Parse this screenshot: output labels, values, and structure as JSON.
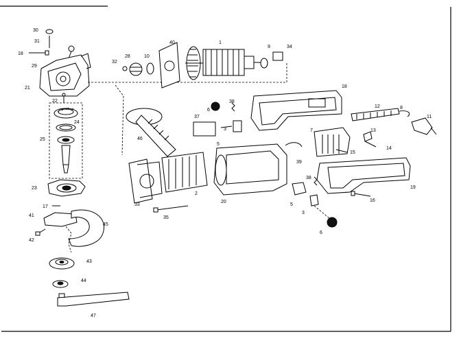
{
  "parts": [
    {
      "id": "p30",
      "label": "30"
    },
    {
      "id": "p31",
      "label": "31"
    },
    {
      "id": "p18a",
      "label": "18"
    },
    {
      "id": "p29",
      "label": "29"
    },
    {
      "id": "p21",
      "label": "21"
    },
    {
      "id": "p22",
      "label": "22"
    },
    {
      "id": "p24",
      "label": "24"
    },
    {
      "id": "p25",
      "label": "25"
    },
    {
      "id": "p23",
      "label": "23"
    },
    {
      "id": "p17",
      "label": "17"
    },
    {
      "id": "p41",
      "label": "41"
    },
    {
      "id": "p42",
      "label": "42"
    },
    {
      "id": "p45",
      "label": "45"
    },
    {
      "id": "p43",
      "label": "43"
    },
    {
      "id": "p44",
      "label": "44"
    },
    {
      "id": "p47",
      "label": "47"
    },
    {
      "id": "p32",
      "label": "32"
    },
    {
      "id": "p28",
      "label": "28"
    },
    {
      "id": "p10",
      "label": "10"
    },
    {
      "id": "p40",
      "label": "40"
    },
    {
      "id": "p1",
      "label": "1"
    },
    {
      "id": "p9",
      "label": "9"
    },
    {
      "id": "p34",
      "label": "34"
    },
    {
      "id": "p18b",
      "label": "18"
    },
    {
      "id": "p12",
      "label": "12"
    },
    {
      "id": "p8",
      "label": "8"
    },
    {
      "id": "p11",
      "label": "11"
    },
    {
      "id": "p46",
      "label": "46"
    },
    {
      "id": "p37",
      "label": "37"
    },
    {
      "id": "p6a",
      "label": "6"
    },
    {
      "id": "p38a",
      "label": "38"
    },
    {
      "id": "p3a",
      "label": "3"
    },
    {
      "id": "p5a",
      "label": "5"
    },
    {
      "id": "p7",
      "label": "7"
    },
    {
      "id": "p13",
      "label": "13"
    },
    {
      "id": "p15",
      "label": "15"
    },
    {
      "id": "p14",
      "label": "14"
    },
    {
      "id": "p39",
      "label": "39"
    },
    {
      "id": "p33",
      "label": "33"
    },
    {
      "id": "p2",
      "label": "2"
    },
    {
      "id": "p35",
      "label": "35"
    },
    {
      "id": "p20",
      "label": "20"
    },
    {
      "id": "p38b",
      "label": "38"
    },
    {
      "id": "p5b",
      "label": "5"
    },
    {
      "id": "p3b",
      "label": "3"
    },
    {
      "id": "p6b",
      "label": "6"
    },
    {
      "id": "p16",
      "label": "16"
    },
    {
      "id": "p19",
      "label": "19"
    }
  ]
}
